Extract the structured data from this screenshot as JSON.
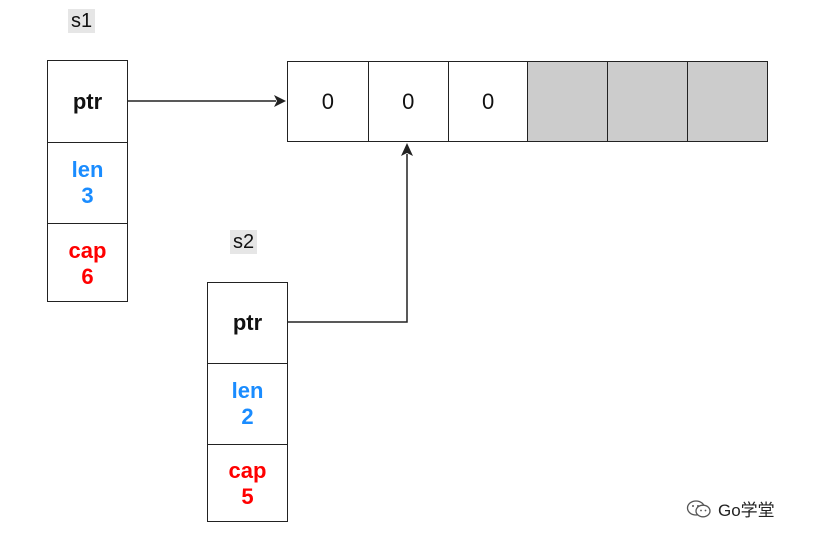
{
  "s1": {
    "label": "s1",
    "ptr": "ptr",
    "len_label": "len",
    "len_value": "3",
    "cap_label": "cap",
    "cap_value": "6"
  },
  "s2": {
    "label": "s2",
    "ptr": "ptr",
    "len_label": "len",
    "len_value": "2",
    "cap_label": "cap",
    "cap_value": "5"
  },
  "array": {
    "values": [
      "0",
      "0",
      "0",
      "",
      "",
      ""
    ]
  },
  "watermark": {
    "text": "Go学堂",
    "icon": "wechat-icon"
  },
  "colors": {
    "len": "#1a8cff",
    "cap": "#ff0000",
    "empty": "#cccccc"
  }
}
